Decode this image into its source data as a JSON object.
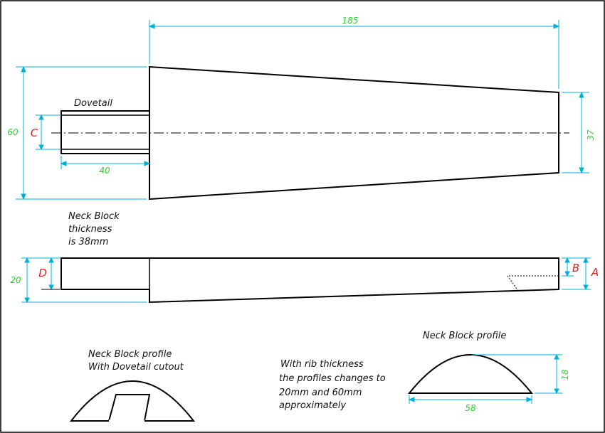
{
  "colors": {
    "outline": "#000000",
    "dimension_line": "#00b0d8",
    "dimension_text": "#33cc33",
    "reference_letter": "#dd2222"
  },
  "dimensions": {
    "top_length": "185",
    "top_width_large": "60",
    "top_width_small": "37",
    "dovetail_length": "40",
    "side_height": "20",
    "profile_height": "18",
    "profile_width": "58"
  },
  "letters": {
    "c": "C",
    "d": "D",
    "b": "B",
    "a": "A"
  },
  "notes": {
    "dovetail": "Dovetail",
    "thickness_lines": [
      "Neck Block",
      "thickness",
      "is 38mm"
    ],
    "cutout_lines": [
      "Neck Block profile",
      "With Dovetail cutout"
    ],
    "rib_lines": [
      "With rib thickness",
      "the profiles changes to",
      "20mm and 60mm",
      "approximately"
    ],
    "profile_title": "Neck Block profile"
  }
}
